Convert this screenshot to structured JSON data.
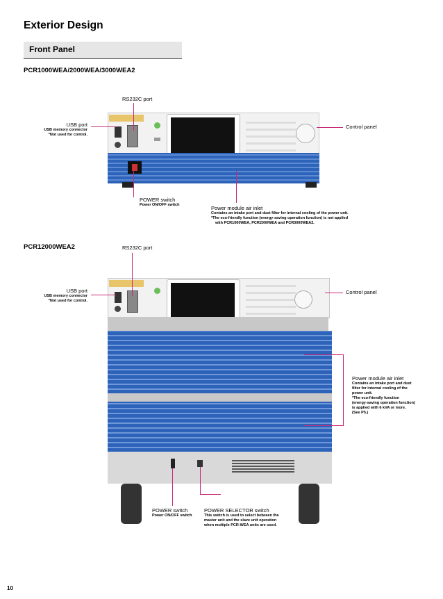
{
  "page": {
    "title": "Exterior Design",
    "section": "Front Panel",
    "page_number": "10"
  },
  "unit1": {
    "model": "PCR1000WEA/2000WEA/3000WEA2",
    "rs232c": "RS232C port",
    "usb_title": "USB port",
    "usb_desc1": "USB memory connector",
    "usb_desc2": "*Not used for control.",
    "control_panel": "Control panel",
    "power_title": "POWER switch",
    "power_desc": "Power ON/OFF switch",
    "air_title": "Power module air inlet",
    "air_desc1": "Contains an intake port and dust filter for internal cooling of the power unit.",
    "air_desc2": "*The eco-friendly function (energy-saving operation function) is not applied",
    "air_desc3": "with PCR1000WEA, PCR2000WEA and PCR3000WEA2."
  },
  "unit2": {
    "model": "PCR12000WEA2",
    "rs232c": "RS232C port",
    "usb_title": "USB port",
    "usb_desc1": "USB memory connector",
    "usb_desc2": "*Not used for control.",
    "control_panel": "Control panel",
    "air_title": "Power module air inlet",
    "air_desc1": "Contains an intake port and dust",
    "air_desc2": "filter for internal cooling of the",
    "air_desc3": "power unit.",
    "air_desc4": "*The eco-friendly function",
    "air_desc5": "(energy-saving operation function)",
    "air_desc6": "is applied with 6 kVA or more.",
    "air_desc7": "(See P5.)",
    "power_title": "POWER switch",
    "power_desc": "Power ON/OFF switch",
    "selector_title": "POWER SELECTOR switch",
    "selector_desc1": "This switch is used to select between the",
    "selector_desc2": "master unit and the slave unit operation",
    "selector_desc3": "when multiple PCR-WEA units are used."
  },
  "colors": {
    "leader": "#c7287a",
    "panel_blue": "#2d63b8",
    "band_gray": "#e6e6e6"
  }
}
